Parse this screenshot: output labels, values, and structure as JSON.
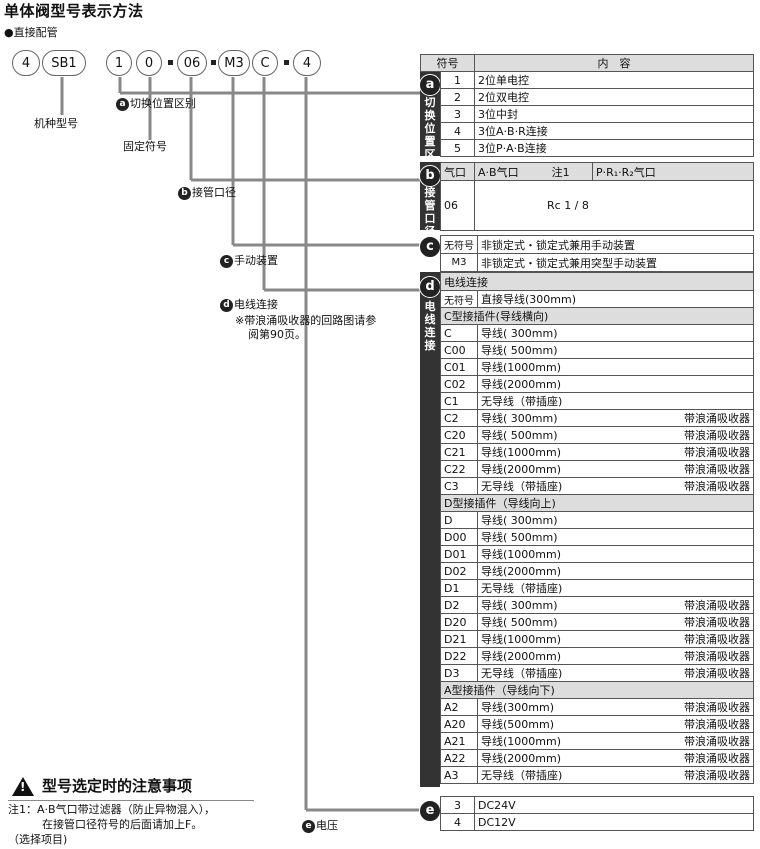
{
  "title": "单体阀型号表示方法",
  "subtitle": "●直接配管",
  "code_parts": [
    "4",
    "SB1",
    "1",
    "0",
    "06",
    "M3",
    "C",
    "4"
  ],
  "labels": {
    "machine_model": "机种型号",
    "fixed_symbol": "固定符号",
    "switch_pos": "切换位置区别",
    "port_size": "接管口径",
    "manual": "手动装置",
    "wiring": "电线连接",
    "wiring_note1": "※带浪涌吸收器的回路图请参",
    "wiring_note2": "阅第90页。",
    "voltage": "电压"
  },
  "letters": {
    "a": "a",
    "b": "b",
    "c": "c",
    "d": "d",
    "e": "e"
  },
  "section_titles": {
    "a": "切换位置区别",
    "b": "接管口径",
    "d": "电线连接"
  },
  "table_header": {
    "symbol": "符号",
    "content": "内　容"
  },
  "section_a": [
    {
      "code": "1",
      "text": "2位单电控"
    },
    {
      "code": "2",
      "text": "2位双电控"
    },
    {
      "code": "3",
      "text": "3位中封"
    },
    {
      "code": "4",
      "text": "3位A·B·R连接"
    },
    {
      "code": "5",
      "text": "3位P·A·B连接"
    }
  ],
  "section_b": {
    "h1": "气口",
    "h2": "A·B气口",
    "h3": "注1",
    "h4": "P·R₁·R₂气口",
    "code": "06",
    "value": "Rc 1 / 8"
  },
  "section_c": [
    {
      "code": "无符号",
      "text": "非锁定式・锁定式兼用手动装置"
    },
    {
      "code": "M3",
      "text": "非锁定式・锁定式兼用突型手动装置"
    }
  ],
  "section_d": {
    "title": "电线连接",
    "direct": {
      "code": "无符号",
      "text": "直接导线(300mm)"
    },
    "groups": [
      {
        "name": "C型接插件(导线横向)",
        "rows": [
          {
            "code": "C",
            "text": "导线(  300mm)",
            "extra": ""
          },
          {
            "code": "C00",
            "text": "导线(  500mm)",
            "extra": ""
          },
          {
            "code": "C01",
            "text": "导线(1000mm)",
            "extra": ""
          },
          {
            "code": "C02",
            "text": "导线(2000mm)",
            "extra": ""
          },
          {
            "code": "C1",
            "text": "无导线（带插座)",
            "extra": ""
          },
          {
            "code": "C2",
            "text": "导线(  300mm)",
            "extra": "带浪涌吸收器"
          },
          {
            "code": "C20",
            "text": "导线(  500mm)",
            "extra": "带浪涌吸收器"
          },
          {
            "code": "C21",
            "text": "导线(1000mm)",
            "extra": "带浪涌吸收器"
          },
          {
            "code": "C22",
            "text": "导线(2000mm)",
            "extra": "带浪涌吸收器"
          },
          {
            "code": "C3",
            "text": "无导线（带插座)",
            "extra": "带浪涌吸收器"
          }
        ]
      },
      {
        "name": "D型接插件（导线向上)",
        "rows": [
          {
            "code": "D",
            "text": "导线(  300mm)",
            "extra": ""
          },
          {
            "code": "D00",
            "text": "导线(  500mm)",
            "extra": ""
          },
          {
            "code": "D01",
            "text": "导线(1000mm)",
            "extra": ""
          },
          {
            "code": "D02",
            "text": "导线(2000mm)",
            "extra": ""
          },
          {
            "code": "D1",
            "text": "无导线（带插座)",
            "extra": ""
          },
          {
            "code": "D2",
            "text": "导线(  300mm)",
            "extra": "带浪涌吸收器"
          },
          {
            "code": "D20",
            "text": "导线(  500mm)",
            "extra": "带浪涌吸收器"
          },
          {
            "code": "D21",
            "text": "导线(1000mm)",
            "extra": "带浪涌吸收器"
          },
          {
            "code": "D22",
            "text": "导线(2000mm)",
            "extra": "带浪涌吸收器"
          },
          {
            "code": "D3",
            "text": "无导线（带插座)",
            "extra": "带浪涌吸收器"
          }
        ]
      },
      {
        "name": "A型接插件（导线向下)",
        "rows": [
          {
            "code": "A2",
            "text": "导线(300mm)",
            "extra": "带浪涌吸收器"
          },
          {
            "code": "A20",
            "text": "导线(500mm)",
            "extra": "带浪涌吸收器"
          },
          {
            "code": "A21",
            "text": "导线(1000mm)",
            "extra": "带浪涌吸收器"
          },
          {
            "code": "A22",
            "text": "导线(2000mm)",
            "extra": "带浪涌吸收器"
          },
          {
            "code": "A3",
            "text": "无导线（带插座)",
            "extra": "带浪涌吸收器"
          }
        ]
      }
    ]
  },
  "section_e": [
    {
      "code": "3",
      "text": "DC24V"
    },
    {
      "code": "4",
      "text": "DC12V"
    }
  ],
  "warning": {
    "icon": "exclamation",
    "title": "型号选定时的注意事项",
    "note1": "注1：A·B气口带过滤器（防止异物混入），",
    "note2": "在接管口径符号的后面请加上F。",
    "note3": "（选择项目)"
  }
}
